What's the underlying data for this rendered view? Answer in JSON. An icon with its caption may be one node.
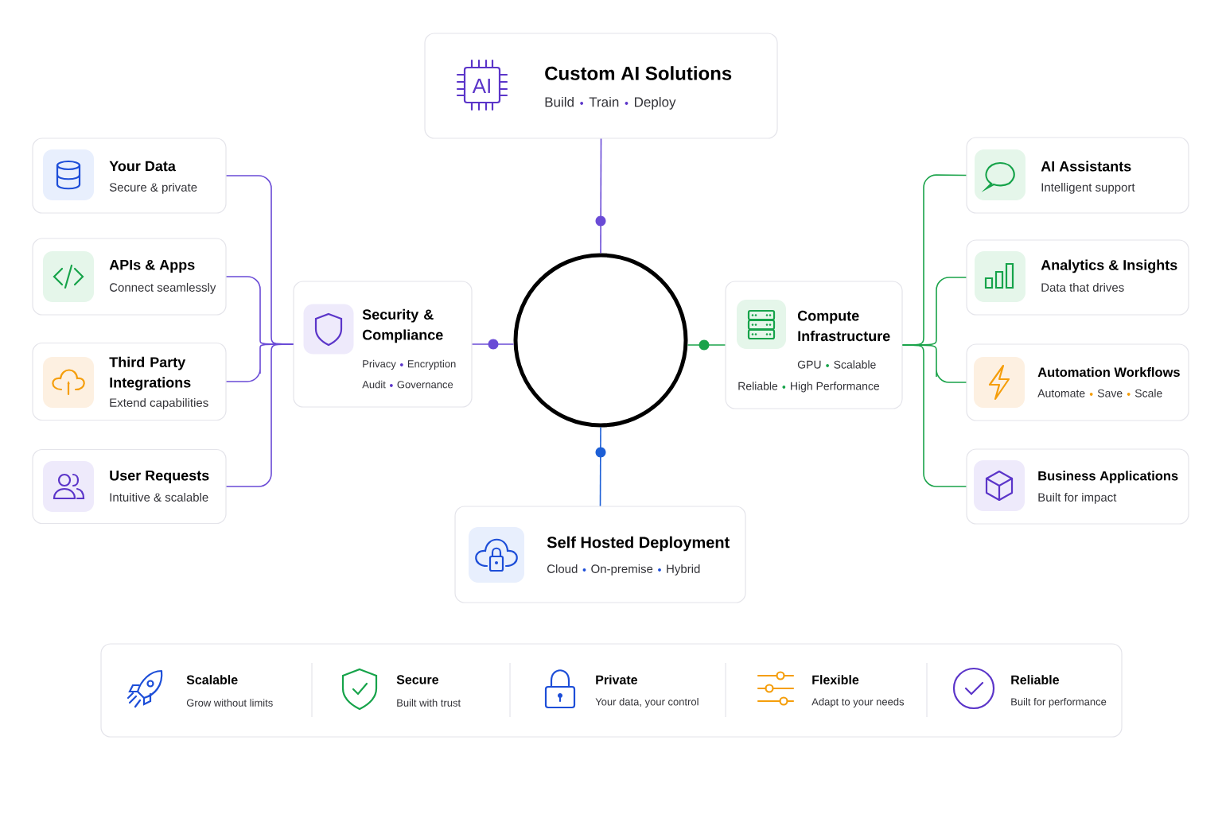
{
  "diagram": {
    "nodes": [
      {
        "text": [
          "Custom AI Solutions",
          "Build",
          "Train",
          "Deploy"
        ]
      },
      {
        "text": [
          "Your Data",
          "Secure & private"
        ]
      },
      {
        "text": [
          "APIs & Apps",
          "Connect seamlessly"
        ]
      },
      {
        "text": [
          "Third Party Integrations",
          "Extend capabilities"
        ]
      },
      {
        "text": [
          "User Requests",
          "Intuitive & scalable"
        ]
      },
      {
        "text": [
          "Security & Compliance",
          "Privacy",
          "Encryption",
          "Audit",
          "Governance"
        ]
      },
      {
        "text": [],
        "shape": "circle"
      },
      {
        "text": [
          "Compute Infrastructure",
          "GPU",
          "Scalable",
          "Reliable",
          "High Performance"
        ]
      },
      {
        "text": [
          "AI Assistants",
          "Intelligent support"
        ]
      },
      {
        "text": [
          "Analytics & Insights",
          "Data that drives"
        ]
      },
      {
        "text": [
          "Automation Workflows",
          "Automate",
          "Save",
          "Scale"
        ]
      },
      {
        "text": [
          "Business Applications",
          "Built for impact"
        ]
      },
      {
        "text": [
          "Self Hosted Deployment",
          "Cloud",
          "On-premise",
          "Hybrid"
        ]
      },
      {
        "text": [
          "Scalable",
          "Grow without limits",
          "Secure",
          "Built with trust",
          "Private",
          "Your data, your control",
          "Flexible",
          "Adapt to your needs",
          "Reliable",
          "Built for performance"
        ]
      }
    ],
    "edges": [
      {
        "from": 1,
        "to": 5,
        "arrow": "none"
      },
      {
        "from": 2,
        "to": 5,
        "arrow": "none"
      },
      {
        "from": 3,
        "to": 5,
        "arrow": "none"
      },
      {
        "from": 4,
        "to": 5,
        "arrow": "none"
      },
      {
        "from": 5,
        "to": 6,
        "arrow": "none"
      },
      {
        "from": 0,
        "to": 6,
        "arrow": "none"
      },
      {
        "from": 7,
        "to": 6,
        "arrow": "none",
        "color": "#1aa34a"
      },
      {
        "from": 12,
        "to": 6,
        "arrow": "none",
        "color": "#1d5fd6"
      },
      {
        "from": 7,
        "to": 8,
        "arrow": "none",
        "color": "#1aa34a"
      },
      {
        "from": 7,
        "to": 9,
        "arrow": "none",
        "color": "#1aa34a"
      },
      {
        "from": 7,
        "to": 10,
        "arrow": "none",
        "color": "#1aa34a"
      },
      {
        "from": 7,
        "to": 11,
        "arrow": "none",
        "color": "#1aa34a"
      }
    ],
    "labels": [
      "AI"
    ]
  }
}
